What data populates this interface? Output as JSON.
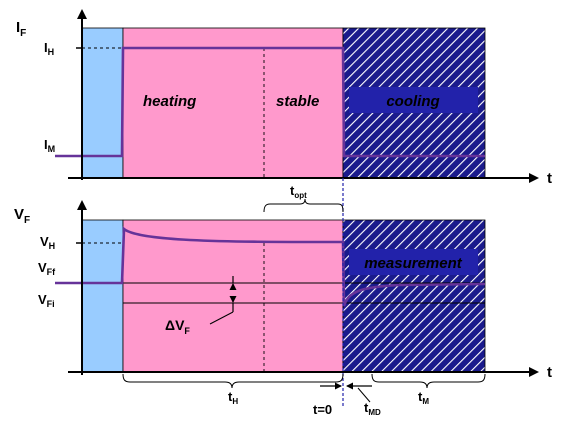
{
  "top_panel": {
    "y_axis": {
      "main": "I",
      "sub": "F"
    },
    "x_axis": "t",
    "levels": {
      "high": {
        "main": "I",
        "sub": "H"
      },
      "low": {
        "main": "I",
        "sub": "M"
      }
    },
    "phases": {
      "heating": "heating",
      "stable": "stable",
      "cooling": "cooling"
    }
  },
  "bottom_panel": {
    "y_axis": {
      "main": "V",
      "sub": "F"
    },
    "x_axis": "t",
    "levels": {
      "high": {
        "main": "V",
        "sub": "H"
      },
      "final": {
        "main": "V",
        "sub": "Ff"
      },
      "initial": {
        "main": "V",
        "sub": "Fi"
      }
    },
    "delta": {
      "main": "ΔV",
      "sub": "F"
    },
    "phases": {
      "measurement": "measurement"
    }
  },
  "time_labels": {
    "t_opt": {
      "main": "t",
      "sub": "opt"
    },
    "t_h": {
      "main": "t",
      "sub": "H"
    },
    "t_zero": "t=0",
    "t_md": {
      "main": "t",
      "sub": "MD"
    },
    "t_m": {
      "main": "t",
      "sub": "M"
    }
  },
  "colors": {
    "blue_region": "#99ccff",
    "pink_region": "#ff99cc",
    "hatch_fill": "#1a1a8c",
    "hatch_stroke": "#ffffff",
    "trace": "#663399",
    "phase_text": "#663399",
    "label_box": "#2222aa",
    "label_box_text": "#ffffff",
    "t_zero_text": "#2222aa"
  }
}
